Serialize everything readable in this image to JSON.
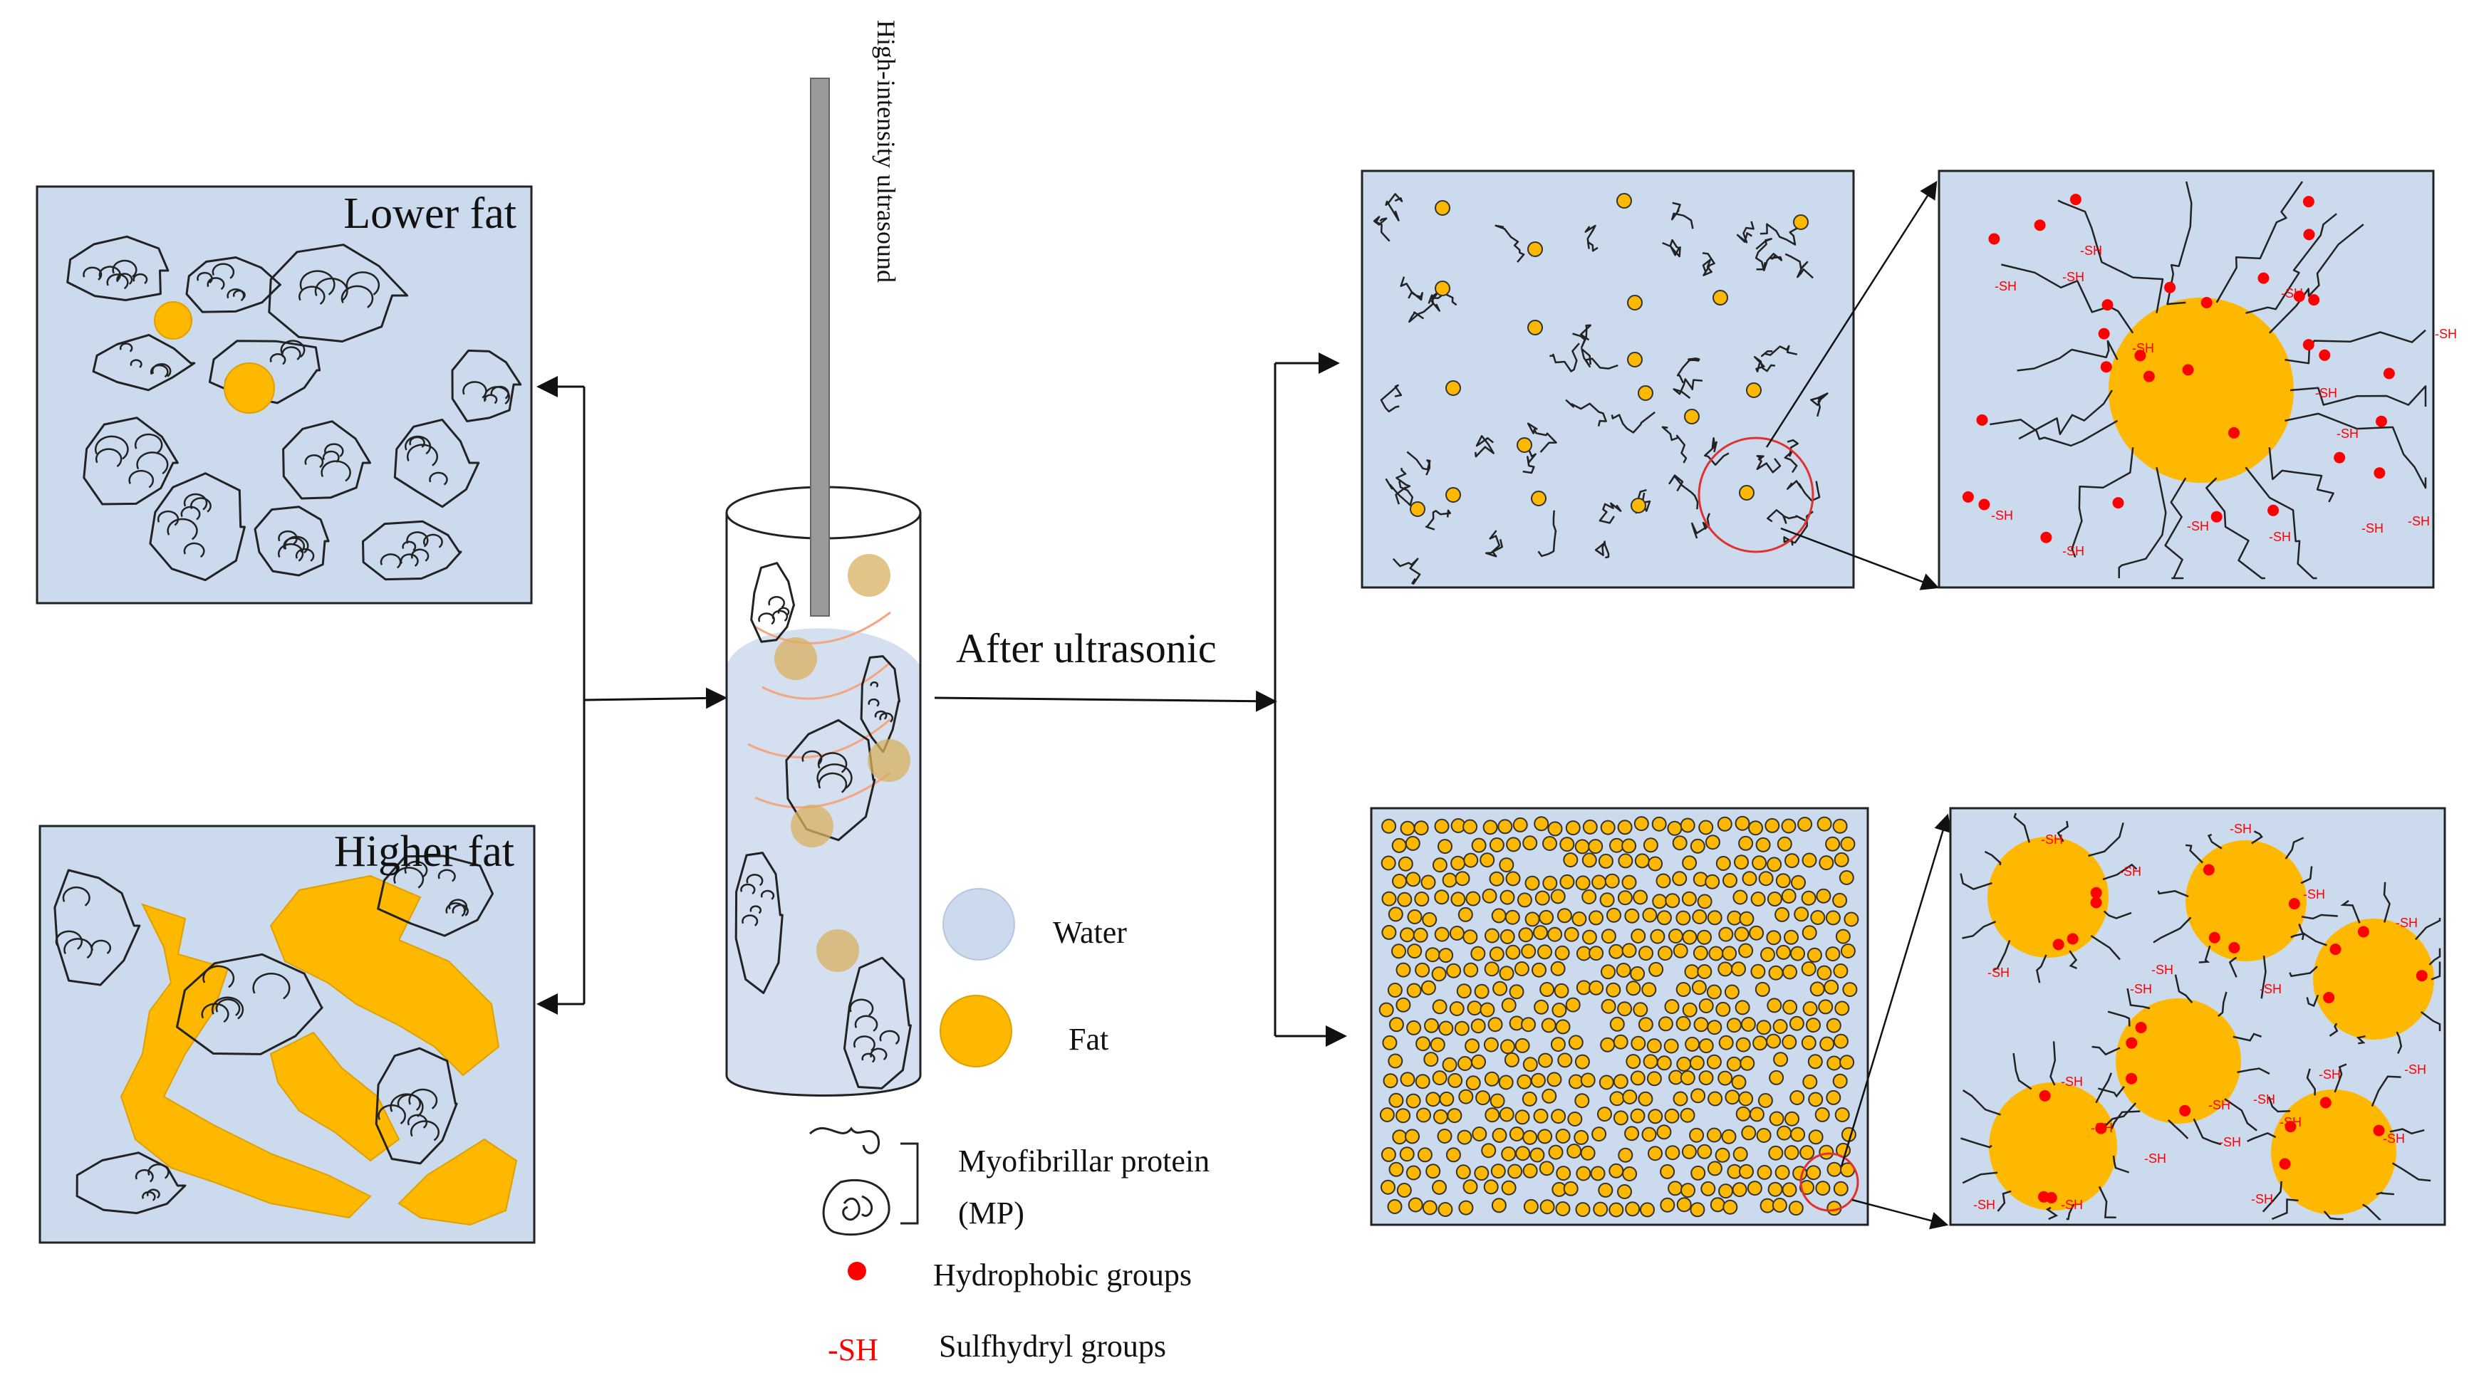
{
  "panels": {
    "lower_fat": {
      "title": "Lower fat"
    },
    "higher_fat": {
      "title": "Higher fat"
    }
  },
  "probe": {
    "label": "High-intensity  ultrasound"
  },
  "process": {
    "label": "After ultrasonic"
  },
  "legend": {
    "water": "Water",
    "fat": "Fat",
    "mp_line1": "Myofibrillar  protein",
    "mp_line2": "(MP)",
    "hydrophobic": "Hydrophobic groups",
    "sh_symbol": "-SH",
    "sulfhydryl": "Sulfhydryl  groups"
  },
  "groups": {
    "sh": "-SH"
  },
  "colors": {
    "panel_bg": "#CCDAED",
    "fat": "#FFB800",
    "water": "#CCDAED",
    "hydrophobic": "#FF0000",
    "sh": "#FF0000",
    "wave": "#F4A582",
    "highlight_circle": "#E03030"
  }
}
